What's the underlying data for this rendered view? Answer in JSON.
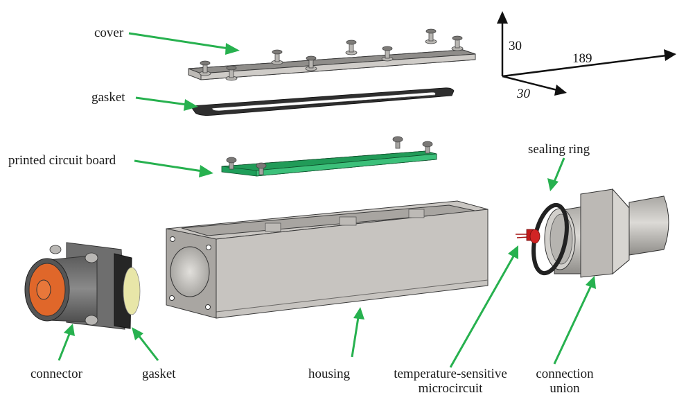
{
  "figure": {
    "title": "Exploded view of temperature sensor assembly",
    "colors": {
      "arrow": "#27b14f",
      "metal": "#c8c6c2",
      "metal_dark": "#8e8c88",
      "pcb": "#1f9e5a",
      "gasket": "#2e2e2e",
      "connector_body": "#6b6b6b",
      "connector_face": "#e0672a",
      "chip": "#c21a1a",
      "rear_gasket": "#e8e6a8"
    }
  },
  "labels": {
    "cover": "cover",
    "gasket_top": "gasket",
    "pcb": "printed circuit board",
    "sealing_ring": "sealing ring",
    "connector": "connector",
    "gasket_bottom": "gasket",
    "housing": "housing",
    "microcircuit_line1": "temperature-sensitive",
    "microcircuit_line2": "microcircuit",
    "union_line1": "connection",
    "union_line2": "union"
  },
  "dimensions": {
    "height": "30",
    "length": "189",
    "width": "30"
  }
}
